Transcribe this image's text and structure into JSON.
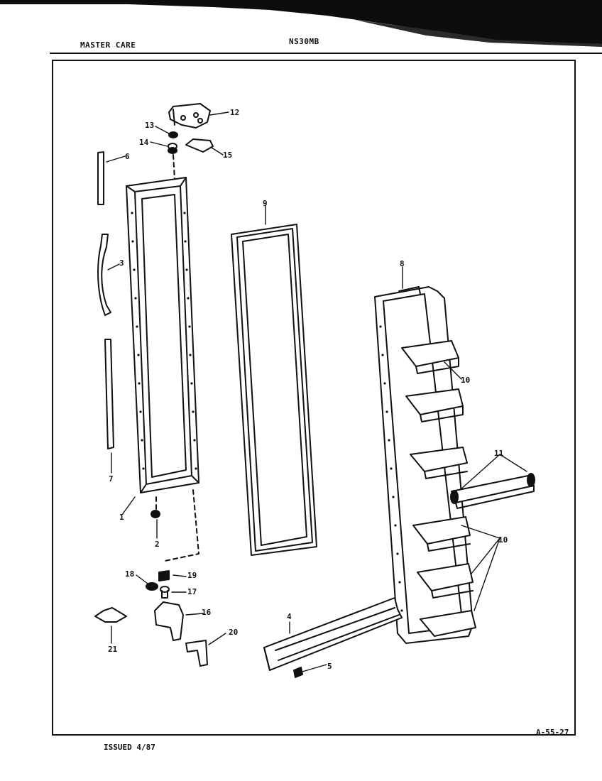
{
  "header": {
    "brand": "MASTER CARE",
    "model": "NS30MB"
  },
  "footer": {
    "issued": "ISSUED 4/87",
    "page_code": "A-55-27"
  },
  "callouts": [
    "1",
    "2",
    "3",
    "4",
    "5",
    "6",
    "7",
    "8",
    "9",
    "10",
    "10",
    "10",
    "11",
    "12",
    "13",
    "14",
    "15",
    "16",
    "17",
    "18",
    "19",
    "20",
    "21"
  ]
}
